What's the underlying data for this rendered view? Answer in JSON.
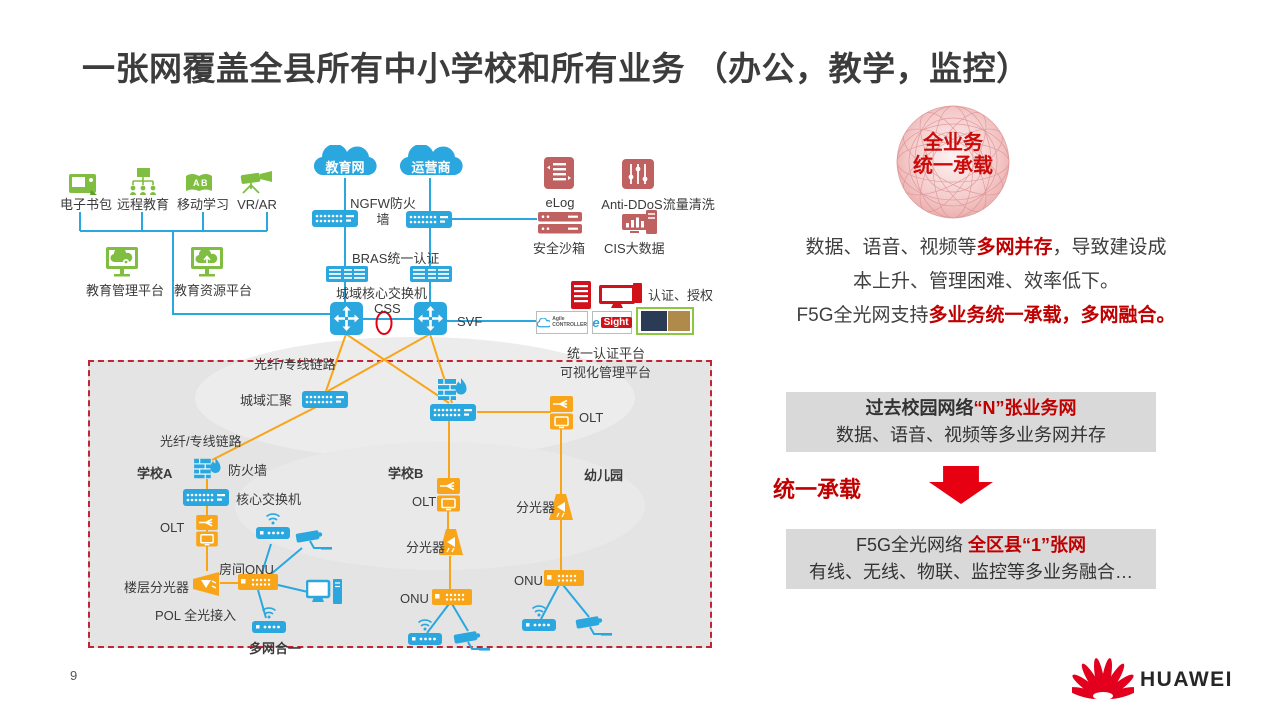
{
  "page_title": "一张网覆盖全县所有中小学校和所有业务 （办公，教学，监控）",
  "page_number": "9",
  "brand": "HUAWEI",
  "colors": {
    "device_blue": "#2BA7DF",
    "device_orange": "#F9A51A",
    "app_green": "#7FBE41",
    "security_maroon": "#BF6161",
    "accent_red": "#C00000",
    "bright_red": "#E60012",
    "gray_box": "#E4E4E4",
    "gray_bar": "#D9D9D9"
  },
  "diagram": {
    "apps": {
      "ebag": "电子书包",
      "remote": "远程教育",
      "mobile": "移动学习",
      "vrar": "VR/AR",
      "mgmt_platform": "教育管理平台",
      "res_platform": "教育资源平台"
    },
    "wan": {
      "cloud_edu": "教育网",
      "cloud_carrier": "运营商",
      "ngfw": "NGFW防火墙",
      "bras": "BRAS统一认证",
      "core_switch": "城域核心交换机",
      "css": "CSS",
      "svf": "SVF"
    },
    "security": {
      "elog": "eLog",
      "antiddos": "Anti-DDoS流量清洗",
      "sandbox": "安全沙箱",
      "cis": "CIS大数据",
      "auth": "认证、授权",
      "agile_line1": "Agile",
      "agile_line2": "CONTROLLER",
      "esight_e": "e",
      "esight_sight": "Sight",
      "unified_auth": "统一认证平台",
      "visual_mgmt": "可视化管理平台"
    },
    "metro": {
      "fiber_link_top": "光纤/专线链路",
      "fiber_link_mid": "光纤/专线链路",
      "metro_agg": "城域汇聚",
      "olt": "OLT"
    },
    "school_a": {
      "name": "学校A",
      "firewall": "防火墙",
      "core_switch": "核心交换机",
      "olt": "OLT",
      "room_onu": "房间ONU",
      "floor_splitter": "楼层分光器",
      "pol": "POL 全光接入",
      "multi_net": "多网合一"
    },
    "school_b": {
      "name": "学校B",
      "olt": "OLT",
      "splitter": "分光器",
      "onu": "ONU"
    },
    "kindergarten": {
      "name": "幼儿园",
      "splitter": "分光器",
      "onu": "ONU"
    }
  },
  "right_panel": {
    "badge_line1": "全业务",
    "badge_line2": "统一承载",
    "para": {
      "l1a": "数据、语音、视频等",
      "l1b": "多网并存",
      "l1c": "，导致建设成",
      "l2": "本上升、管理困难、效率低下。",
      "l3a": "F5G全光网支持",
      "l3b": "多业务统一承载，多网融合。"
    },
    "box_past": {
      "t1": "过去校园网络",
      "t2": "“N”张业务网",
      "sub": "数据、语音、视频等多业务网并存"
    },
    "unified": "统一承载",
    "box_f5g": {
      "t1": "F5G全光网络 ",
      "t2": "全区县“1”张网",
      "sub": "有线、无线、物联、监控等多业务融合…"
    }
  }
}
